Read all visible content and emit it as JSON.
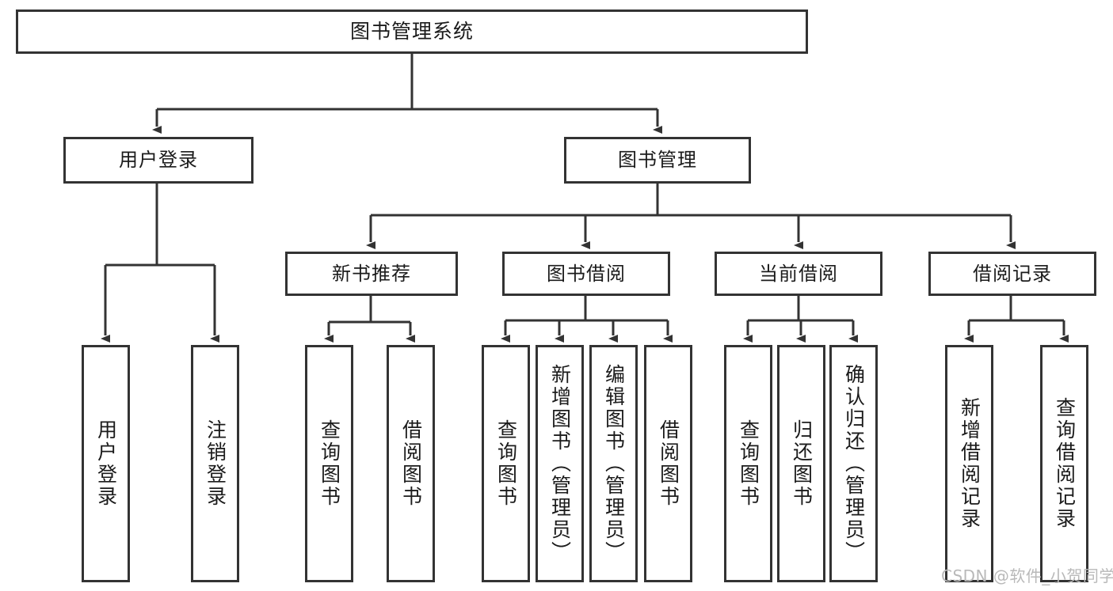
{
  "diagram": {
    "type": "tree-hierarchy",
    "title": "图书管理系统",
    "watermark": "CSDN @软件_小贺同学",
    "style": {
      "border_color": "#333333",
      "fill_color": "#ffffff",
      "text_color": "#1b1b1b",
      "background": "#ffffff",
      "watermark_color": "#b9b9b9"
    },
    "nodes": {
      "root": {
        "label": "图书管理系统"
      },
      "level2": [
        {
          "id": "user-login",
          "label": "用户登录"
        },
        {
          "id": "book-manage",
          "label": "图书管理"
        }
      ],
      "level3": [
        {
          "id": "new-book-recommend",
          "label": "新书推荐"
        },
        {
          "id": "book-borrow",
          "label": "图书借阅"
        },
        {
          "id": "current-borrow",
          "label": "当前借阅"
        },
        {
          "id": "borrow-record",
          "label": "借阅记录"
        }
      ],
      "leaves": {
        "user_login": [
          {
            "id": "leaf-user-login",
            "label": "用户登录"
          },
          {
            "id": "leaf-logout-login",
            "label": "注销登录"
          }
        ],
        "new_book_recommend": [
          {
            "id": "leaf-query-book-1",
            "label": "查询图书"
          },
          {
            "id": "leaf-borrow-book-1",
            "label": "借阅图书"
          }
        ],
        "book_borrow": [
          {
            "id": "leaf-query-book-2",
            "label": "查询图书"
          },
          {
            "id": "leaf-add-book",
            "label": "新增图书（管理员）"
          },
          {
            "id": "leaf-edit-book",
            "label": "编辑图书（管理员）"
          },
          {
            "id": "leaf-borrow-book-2",
            "label": "借阅图书"
          }
        ],
        "current_borrow": [
          {
            "id": "leaf-query-book-3",
            "label": "查询图书"
          },
          {
            "id": "leaf-return-book",
            "label": "归还图书"
          },
          {
            "id": "leaf-confirm-return",
            "label": "确认归还（管理员）"
          }
        ],
        "borrow_record": [
          {
            "id": "leaf-add-record",
            "label": "新增借阅记录"
          },
          {
            "id": "leaf-query-record",
            "label": "查询借阅记录"
          }
        ]
      }
    },
    "edges": [
      {
        "from": "图书管理系统",
        "to": "用户登录"
      },
      {
        "from": "图书管理系统",
        "to": "图书管理"
      },
      {
        "from": "用户登录",
        "to": "用户登录"
      },
      {
        "from": "用户登录",
        "to": "注销登录"
      },
      {
        "from": "图书管理",
        "to": "新书推荐"
      },
      {
        "from": "图书管理",
        "to": "图书借阅"
      },
      {
        "from": "图书管理",
        "to": "当前借阅"
      },
      {
        "from": "图书管理",
        "to": "借阅记录"
      },
      {
        "from": "新书推荐",
        "to": "查询图书"
      },
      {
        "from": "新书推荐",
        "to": "借阅图书"
      },
      {
        "from": "图书借阅",
        "to": "查询图书"
      },
      {
        "from": "图书借阅",
        "to": "新增图书（管理员）"
      },
      {
        "from": "图书借阅",
        "to": "编辑图书（管理员）"
      },
      {
        "from": "图书借阅",
        "to": "借阅图书"
      },
      {
        "from": "当前借阅",
        "to": "查询图书"
      },
      {
        "from": "当前借阅",
        "to": "归还图书"
      },
      {
        "from": "当前借阅",
        "to": "确认归还（管理员）"
      },
      {
        "from": "借阅记录",
        "to": "新增借阅记录"
      },
      {
        "from": "借阅记录",
        "to": "查询借阅记录"
      }
    ]
  }
}
